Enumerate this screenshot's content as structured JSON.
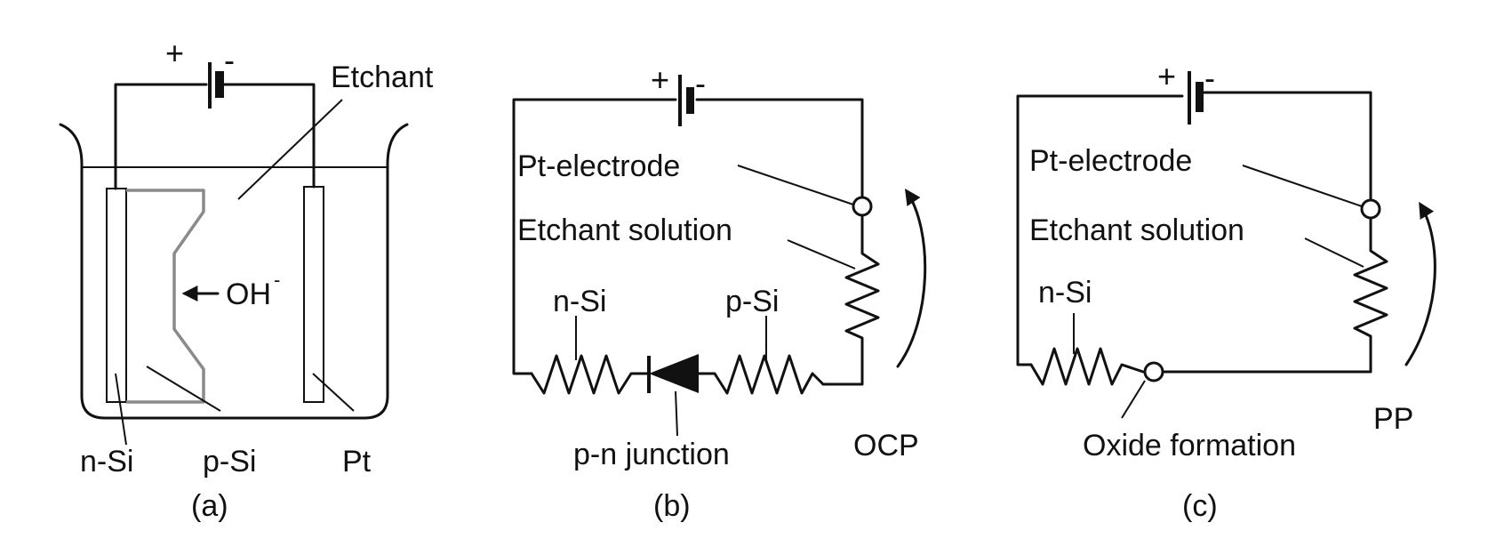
{
  "panels": {
    "a": {
      "caption": "(a)",
      "plus": "+",
      "minus": "-",
      "etchant": "Etchant",
      "ion": "OH",
      "ion_charge": "-",
      "n_si": "n-Si",
      "p_si": "p-Si",
      "pt": "Pt"
    },
    "b": {
      "caption": "(b)",
      "plus": "+",
      "minus": "-",
      "pt_electrode": "Pt-electrode",
      "etchant_solution": "Etchant solution",
      "n_si": "n-Si",
      "p_si": "p-Si",
      "junction": "p-n junction",
      "potential": "OCP"
    },
    "c": {
      "caption": "(c)",
      "plus": "+",
      "minus": "-",
      "pt_electrode": "Pt-electrode",
      "etchant_solution": "Etchant solution",
      "n_si": "n-Si",
      "oxide": "Oxide formation",
      "potential": "PP"
    }
  }
}
